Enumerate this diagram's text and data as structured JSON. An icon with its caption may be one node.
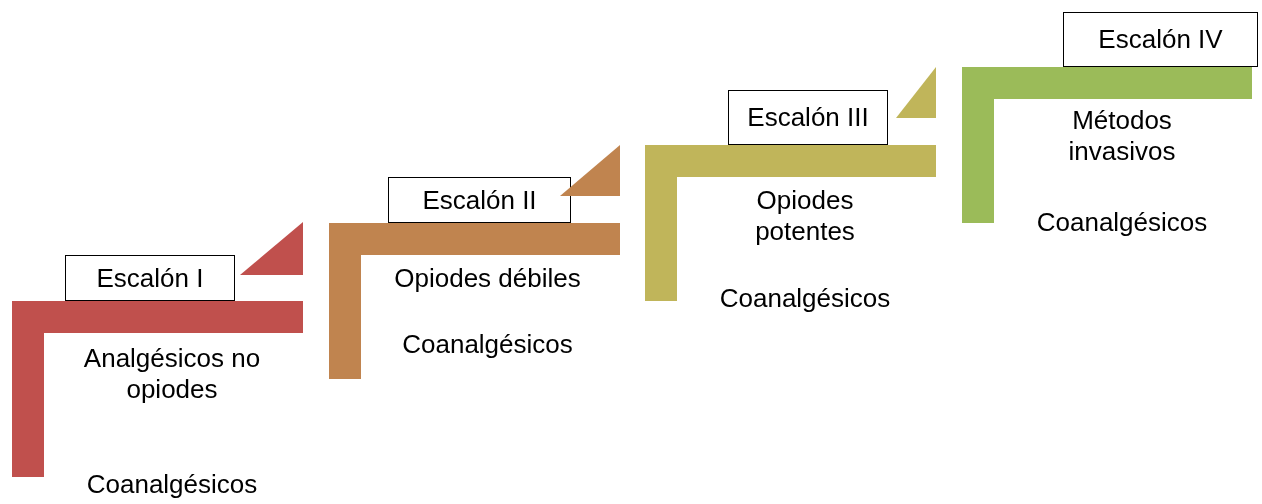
{
  "diagram": {
    "nodes": [
      {
        "text": [
          "Escalón I"
        ]
      },
      {
        "text": [
          "Analgésicos no opiodes",
          "Coanalgésicos"
        ]
      },
      {
        "text": [
          "Escalón II"
        ]
      },
      {
        "text": [
          "Opiodes débiles",
          "Coanalgésicos"
        ]
      },
      {
        "text": [
          "Escalón III"
        ]
      },
      {
        "text": [
          "Opiodes potentes",
          "Coanalgésicos"
        ]
      },
      {
        "text": [
          "Escalón IV"
        ]
      },
      {
        "text": [
          "Métodos invasivos",
          "Coanalgésicos"
        ]
      }
    ]
  }
}
